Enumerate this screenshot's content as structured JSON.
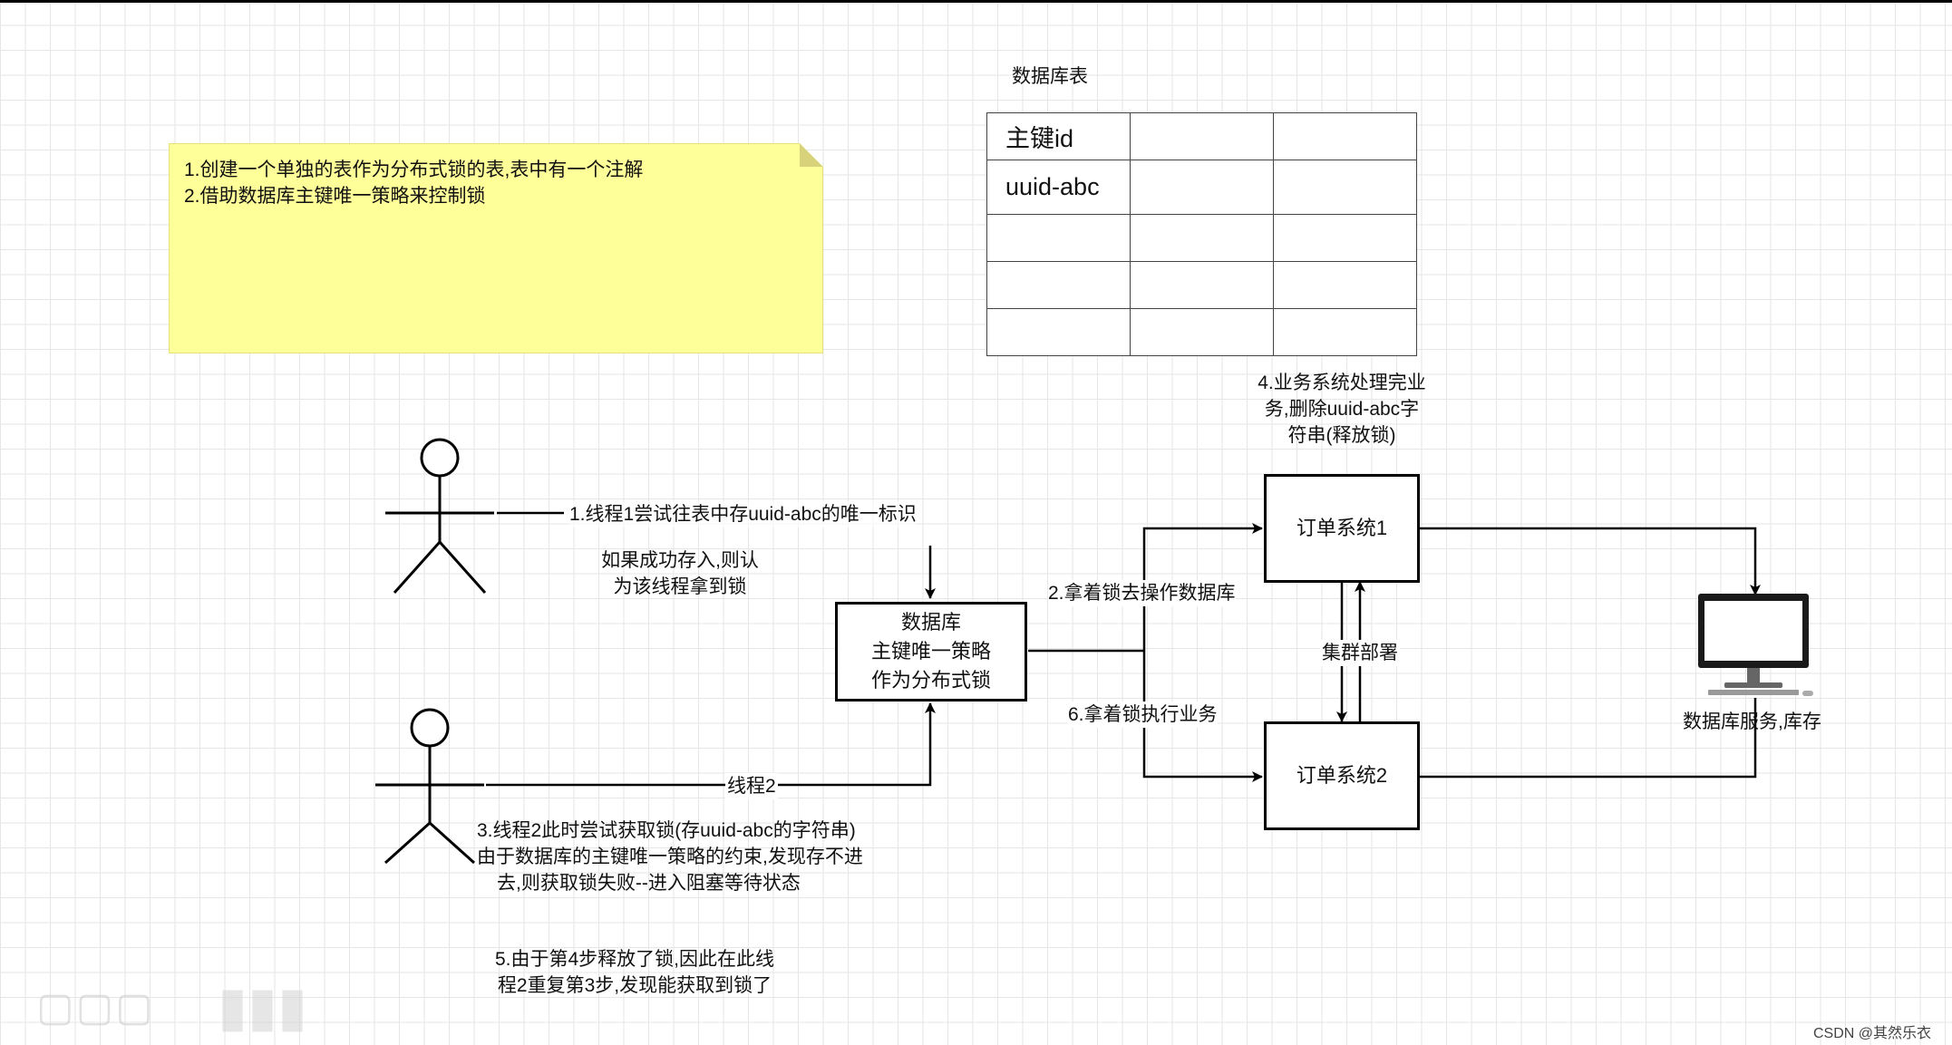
{
  "note": {
    "line1": "1.创建一个单独的表作为分布式锁的表,表中有一个注解",
    "line2": "2.借助数据库主键唯一策略来控制锁"
  },
  "table": {
    "title": "数据库表",
    "rows": [
      [
        "主键id",
        "",
        ""
      ],
      [
        "uuid-abc",
        "",
        ""
      ],
      [
        "",
        "",
        ""
      ],
      [
        "",
        "",
        ""
      ],
      [
        "",
        "",
        ""
      ]
    ]
  },
  "boxes": {
    "database": [
      "数据库",
      "主键唯一策略",
      "作为分布式锁"
    ],
    "order1": "订单系统1",
    "order2": "订单系统2"
  },
  "labels": {
    "step1": "1.线程1尝试往表中存uuid-abc的唯一标识",
    "success": [
      "如果成功存入,则认",
      "为该线程拿到锁"
    ],
    "step2": "2.拿着锁去操作数据库",
    "step4": [
      "4.业务系统处理完业",
      "务,删除uuid-abc字",
      "符串(释放锁)"
    ],
    "cluster": "集群部署",
    "step6": "6.拿着锁执行业务",
    "thread2": "线程2",
    "step3": [
      "3.线程2此时尝试获取锁(存uuid-abc的字符串)",
      "由于数据库的主键唯一策略的约束,发现存不进",
      "去,则获取锁失败--进入阻塞等待状态"
    ],
    "step5": [
      "5.由于第4步释放了锁,因此在此线",
      "程2重复第3步,发现能获取到锁了"
    ],
    "computer": "数据库服务,库存"
  },
  "watermark": {
    "credit": "CSDN @其然乐衣"
  }
}
